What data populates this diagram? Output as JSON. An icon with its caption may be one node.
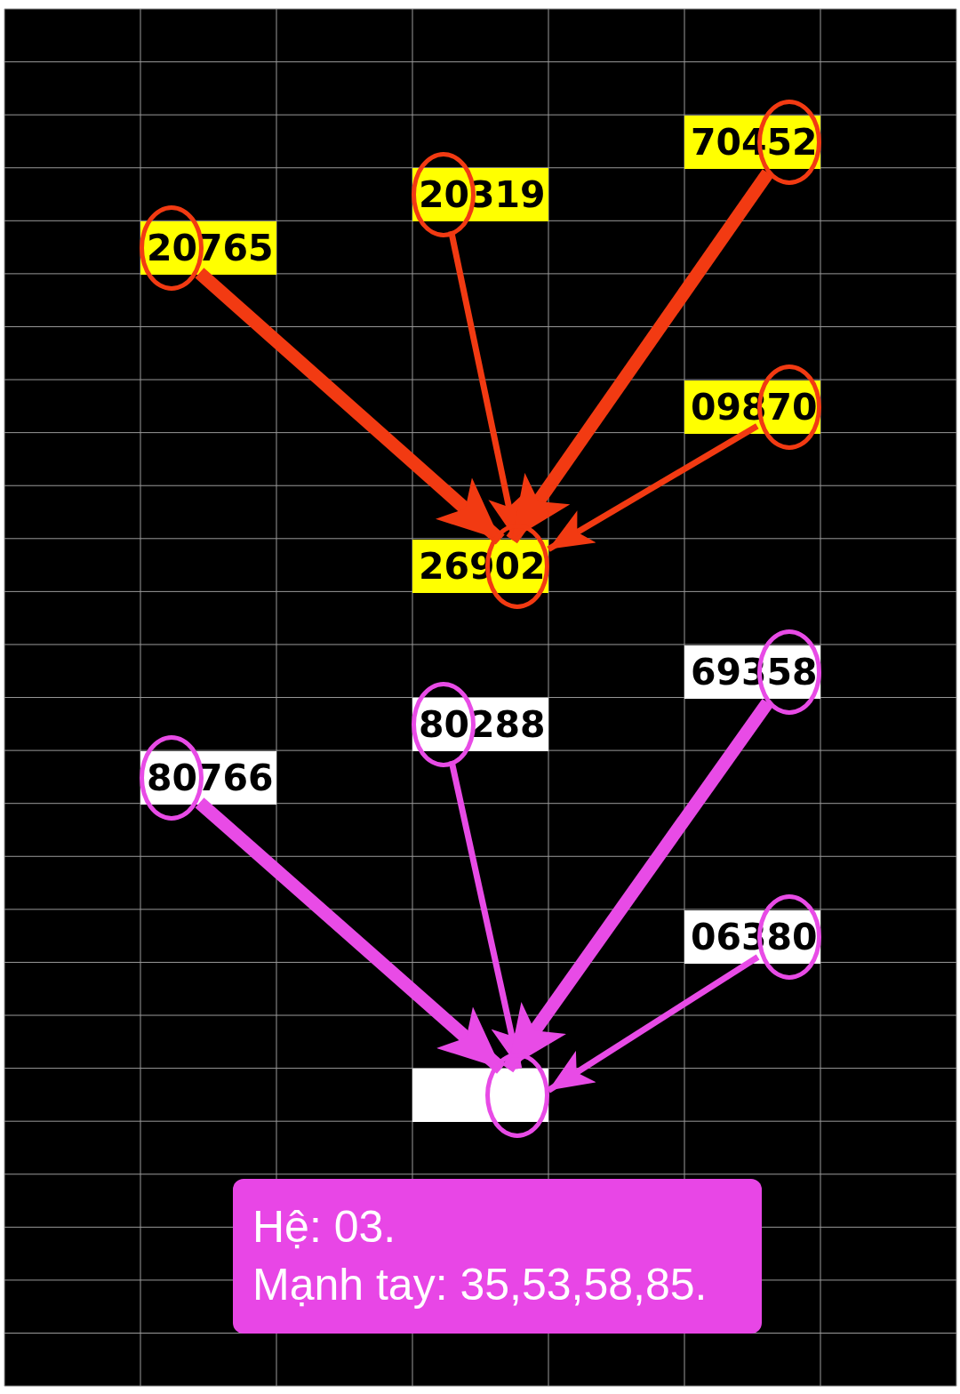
{
  "diagram": {
    "nodes": [
      {
        "text": [
          "70452"
        ]
      },
      {
        "text": [
          "20319"
        ]
      },
      {
        "text": [
          "20765"
        ]
      },
      {
        "text": [
          "09870"
        ]
      },
      {
        "text": [
          "26902"
        ]
      },
      {
        "text": [
          "69358"
        ]
      },
      {
        "text": [
          "80288"
        ]
      },
      {
        "text": [
          "80766"
        ]
      },
      {
        "text": [
          "06380"
        ]
      },
      {
        "text": [],
        "shape": "box"
      },
      {
        "text": [
          "Hệ: 03.",
          "Mạnh tay: 35,53,58,85."
        ]
      }
    ],
    "edges": [
      {
        "from": 2,
        "to": 4,
        "arrow": "to",
        "style": "thick",
        "color": "#f23a12"
      },
      {
        "from": 1,
        "to": 4,
        "arrow": "to",
        "color": "#f23a12"
      },
      {
        "from": 0,
        "to": 4,
        "arrow": "to",
        "style": "thick",
        "color": "#f23a12"
      },
      {
        "from": 3,
        "to": 4,
        "arrow": "to",
        "color": "#f23a12"
      },
      {
        "from": 7,
        "to": 9,
        "arrow": "to",
        "style": "thick",
        "color": "#e84be6"
      },
      {
        "from": 6,
        "to": 9,
        "arrow": "to",
        "color": "#e84be6"
      },
      {
        "from": 5,
        "to": 9,
        "arrow": "to",
        "style": "thick",
        "color": "#e84be6"
      },
      {
        "from": 8,
        "to": 9,
        "arrow": "to",
        "color": "#e84be6"
      }
    ]
  }
}
